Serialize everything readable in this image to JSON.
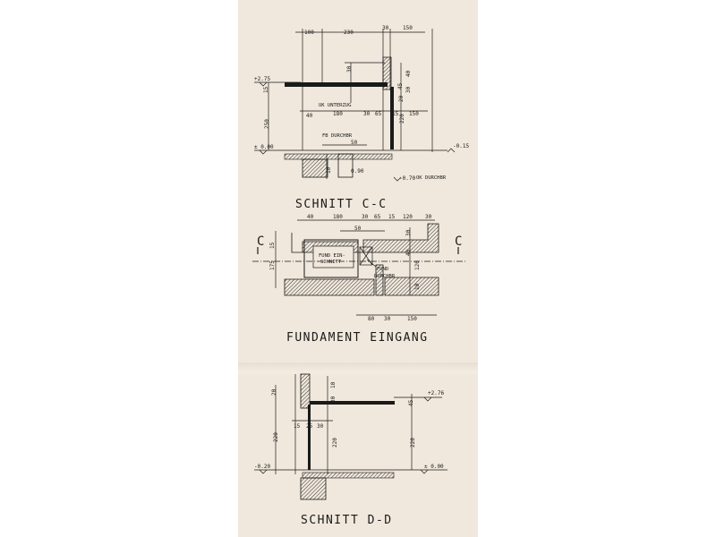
{
  "titles": {
    "schnitt_cc": "SCHNITT C-C",
    "fundament": "FUNDAMENT EINGANG",
    "schnitt_dd": "SCHNITT D-D"
  },
  "section_marks": {
    "left": "C",
    "right": "C"
  },
  "schnitt_cc": {
    "top_dims": [
      "100",
      "230",
      "30",
      "150"
    ],
    "level_top_left": "+2.75",
    "level_floor_left": "± 0.00",
    "level_right": "-0.15",
    "level_bottom": "-0.70",
    "vert_left": [
      "15",
      "250"
    ],
    "vert_right": [
      "20",
      "220",
      "30",
      "40",
      "45"
    ],
    "vert_middle": "30",
    "labels": {
      "uk": "UK UNTERZUG",
      "fb": "FB DURCHBR",
      "ok": "OK DURCHBR"
    },
    "mid_dims": [
      "40",
      "180",
      "30",
      "65",
      "15",
      "150"
    ],
    "small_dim": "50",
    "depth_dims": [
      "10",
      "0.90"
    ]
  },
  "fundament": {
    "top_dims": [
      "40",
      "180",
      "30",
      "65",
      "15",
      "120",
      "30"
    ],
    "inner_dim": "50",
    "left_dims": [
      "15",
      "175"
    ],
    "right_dims": [
      "30",
      "40",
      "120",
      "10"
    ],
    "labels": {
      "fund_ein": "FUND EIN-",
      "schnitt": "SCHNITT",
      "fund": "FUND",
      "durchbr": "DURCHBR"
    },
    "bottom_dims": [
      "80",
      "30",
      "150"
    ]
  },
  "schnitt_dd": {
    "vert_left": [
      "20",
      "220"
    ],
    "vert_top": [
      "10",
      "30"
    ],
    "vert_right": [
      "220",
      "45"
    ],
    "mid_dims": [
      "15",
      "25",
      "30"
    ],
    "level_right_top": "+2.76",
    "level_left": "-0.20",
    "level_right_bottom": "± 0.00"
  }
}
